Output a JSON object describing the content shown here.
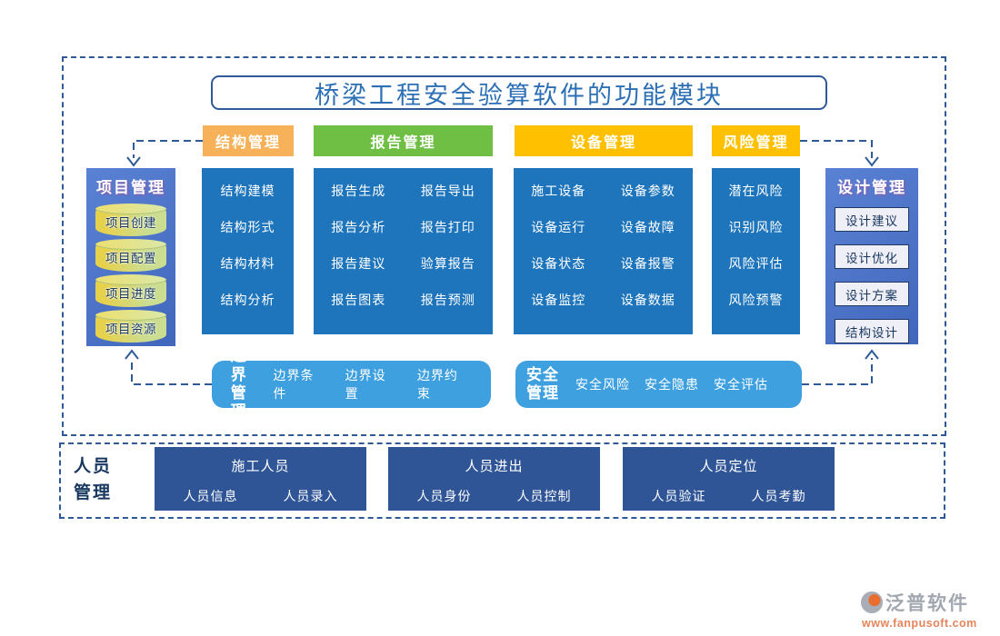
{
  "title": "桥梁工程安全验算软件的功能模块",
  "top_modules": [
    {
      "name": "结构管理",
      "items": [
        "结构建模",
        "结构形式",
        "结构材料",
        "结构分析"
      ]
    },
    {
      "name": "报告管理",
      "items": [
        "报告生成",
        "报告导出",
        "报告分析",
        "报告打印",
        "报告建议",
        "验算报告",
        "报告图表",
        "报告预测"
      ]
    },
    {
      "name": "设备管理",
      "items": [
        "施工设备",
        "设备参数",
        "设备运行",
        "设备故障",
        "设备状态",
        "设备报警",
        "设备监控",
        "设备数据"
      ]
    },
    {
      "name": "风险管理",
      "items": [
        "潜在风险",
        "识别风险",
        "风险评估",
        "风险预警"
      ]
    }
  ],
  "project_panel": {
    "title": "项目管理",
    "items": [
      "项目创建",
      "项目配置",
      "项目进度",
      "项目资源"
    ]
  },
  "design_panel": {
    "title": "设计管理",
    "items": [
      "设计建议",
      "设计优化",
      "设计方案",
      "结构设计"
    ]
  },
  "boundary_bar": {
    "title_lines": [
      "边界",
      "管理"
    ],
    "items": [
      "边界条件",
      "边界设置",
      "边界约束"
    ]
  },
  "safety_bar": {
    "title_lines": [
      "安全",
      "管理"
    ],
    "items": [
      "安全风险",
      "安全隐患",
      "安全评估"
    ]
  },
  "personnel_section": {
    "label_lines": [
      "人员",
      "管理"
    ],
    "groups": [
      {
        "title": "施工人员",
        "items": [
          "人员信息",
          "人员录入"
        ]
      },
      {
        "title": "人员进出",
        "items": [
          "人员身份",
          "人员控制"
        ]
      },
      {
        "title": "人员定位",
        "items": [
          "人员验证",
          "人员考勤"
        ]
      }
    ]
  },
  "footer": {
    "brand": "泛普软件",
    "website": "www.fanpusoft.com"
  },
  "colors": {
    "structure_header": "#F7B158",
    "report_header": "#6FBF44",
    "device_header": "#FFC000",
    "risk_header": "#FFC000",
    "module_column": "#1E75BC",
    "side_panel": "#4A74C6",
    "rounded_bar": "#3FA0E0",
    "personnel_box": "#2F5597",
    "dashed_line": "#2E5B97",
    "title_blue": "#2C6FB4",
    "cylinder_yellow": "#E6D14C",
    "cylinder_green": "#CBDD90",
    "url_orange": "#E6855C"
  }
}
